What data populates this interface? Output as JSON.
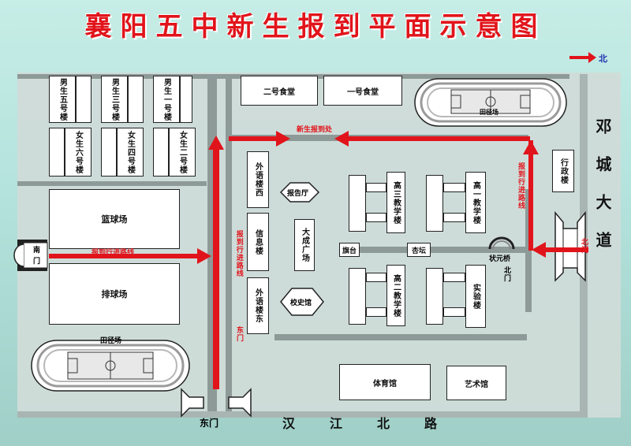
{
  "title": "襄阳五中新生报到平面示意图",
  "compass": {
    "label": "北",
    "arrow_color": "#e1141b"
  },
  "colors": {
    "route": "#e1141b",
    "road": "#8e9a97",
    "label_red": "#e1141b"
  },
  "dorms": {
    "m5": "男生五号楼",
    "m3": "男生三号楼",
    "m1": "男生一号楼",
    "f6": "女生六号楼",
    "f4": "女生四号楼",
    "f2": "女生二号楼"
  },
  "canteens": {
    "c2": "二号食堂",
    "c1": "一号食堂"
  },
  "fields": {
    "north_track": "田径场",
    "south_track": "田径场",
    "basketball": "篮球场",
    "volleyball": "排球场"
  },
  "buildings": {
    "admin": "行政楼",
    "lang_west": "外语楼西",
    "info": "信息楼",
    "lang_east": "外语楼东",
    "report_hall": "报告厅",
    "plaza": "大成广场",
    "history": "校史馆",
    "g3": "高三教学楼",
    "g1": "高一教学楼",
    "g2": "高二教学楼",
    "lab": "实验楼",
    "gym": "体育馆",
    "art": "艺术馆"
  },
  "landmarks": {
    "flag": "旗台",
    "altar": "杏坛",
    "bridge": "状元桥"
  },
  "gates": {
    "south": "南门",
    "north": "北门",
    "north_label": "北门",
    "east": "东门",
    "east_v": "东门"
  },
  "route": {
    "register": "新生报到处",
    "path_south": "报到行进路线",
    "path_mid": "报到行进路线",
    "path_north": "报到行进路线"
  },
  "roads": {
    "east_road": "邓城大道",
    "south_chars": [
      "汉",
      "江",
      "北",
      "路"
    ]
  }
}
